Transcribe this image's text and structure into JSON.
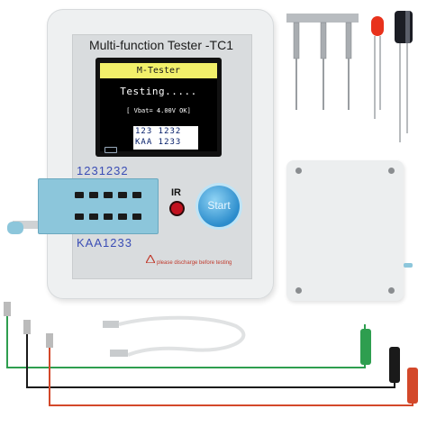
{
  "device": {
    "title": "Multi-function Tester -TC1",
    "lcd_header": "M-Tester",
    "lcd_status": "Testing.....",
    "lcd_vbat": "[ Vbat= 4.00V OK]",
    "lcd_pins_top": "123 1232",
    "lcd_pins_bottom": "KAA 1233",
    "socket_pins_top": "1231232",
    "socket_pins_bottom": "KAA1233",
    "ir_label": "IR",
    "start_label": "Start",
    "warning": "please discharge before testing"
  },
  "colors": {
    "lcd_header_bg": "#f2f06a",
    "zif_socket": "#8cc6db",
    "start_button": "#2b8ccc",
    "ir_led": "#c1121f",
    "probe_green": "#2e9e4f",
    "probe_black": "#1a1a1a",
    "probe_red": "#d3482a"
  },
  "accessories": {
    "items": [
      "cr-style-pin-leads",
      "red-led",
      "capacitor",
      "spare-case",
      "usb-cable",
      "test-clip-leads"
    ]
  }
}
